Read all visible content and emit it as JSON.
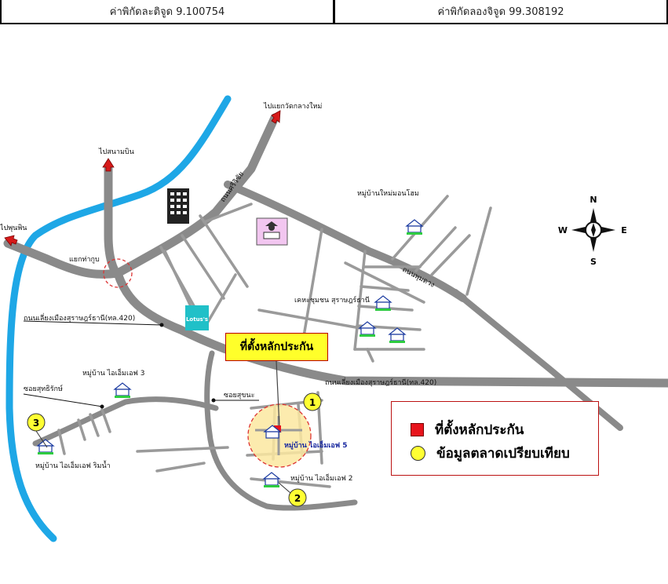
{
  "header": {
    "latitude_label": "ค่าพิกัดละติจูด 9.100754",
    "longitude_label": "ค่าพิกัดลองจิจูด 99.308192"
  },
  "map_labels": {
    "to_wat_klang_mai": "ไปแยกวัดกลางใหม่",
    "to_airport": "ไปสนามบิน",
    "to_phun_phin": "ไปพุนพิน",
    "road_top": "ถนนศรีวิชัย",
    "moo_ban_mai_mon_home": "หมู่บ้านใหม่มอนโฮม",
    "road_east": "ถนนพุมดวง",
    "yaek_tha_kup": "แยกท่ากูบ",
    "bypass_left": "ถนนเลี่ยงเมืองสุราษฎร์ธานี(ทล.420)",
    "bypass_right": "ถนนเลี่ยงเมืองสุราษฎร์ธานี(ทล.420)",
    "community": "เคหะชุมชน สุราษฎร์ธานี",
    "moo_ban_3": "หมู่บ้าน ไอเอ็มเอฟ 3",
    "soi_left": "ซอยสุทธิรักษ์",
    "soi_mid": "ซอยสุขนะ",
    "moo_ban_riverside": "หมู่บ้าน ไอเอ็มเอฟ ริมน้ำ",
    "moo_ban_5": "หมู่บ้าน ไอเอ็มเอฟ 5",
    "moo_ban_2": "หมู่บ้าน ไอเอ็มเอฟ 2",
    "lotus": "Lotus's"
  },
  "compass": {
    "n": "N",
    "s": "S",
    "e": "E",
    "w": "W"
  },
  "markers": {
    "m1": "1",
    "m2": "2",
    "m3": "3"
  },
  "callout": "ที่ตั้งหลักประกัน",
  "legend": {
    "collateral": "ที่ตั้งหลักประกัน",
    "comparable": "ข้อมูลตลาดเปรียบเทียบ"
  },
  "colors": {
    "road": "#8a8a8a",
    "river": "#1ea7e6",
    "arrow": "#d61a1a",
    "marker": "#ffff33",
    "subject_zone": "#fbe7a0",
    "lotus": "#20c0c8"
  }
}
